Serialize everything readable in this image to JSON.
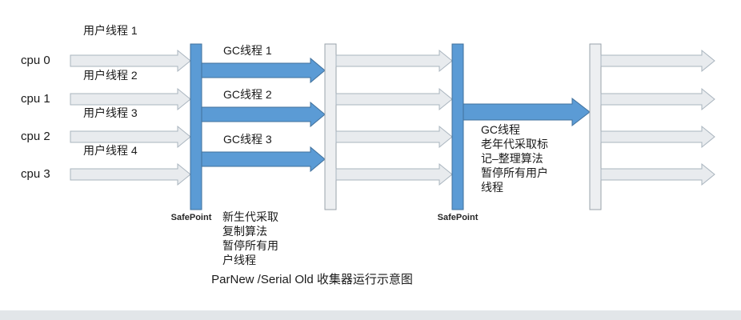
{
  "colors": {
    "blue_fill": "#5b9bd5",
    "blue_border": "#41719c",
    "gray_fill": "#e8ebee",
    "gray_border": "#a9b4be",
    "bar_fill": "#edeff1",
    "bar_border": "#9aa3ab",
    "band": "#e2e6e9"
  },
  "diagram": {
    "cpu_labels": [
      "cpu 0",
      "cpu 1",
      "cpu 2",
      "cpu 3"
    ],
    "user_thread_labels": [
      "用户线程 1",
      "用户线程 2",
      "用户线程 3",
      "用户线程 4"
    ],
    "gc_thread_labels": [
      "GC线程 1",
      "GC线程 2",
      "GC线程 3"
    ],
    "safepoint_label_1": "SafePoint",
    "safepoint_label_2": "SafePoint",
    "minor_gc_note_lines": [
      "新生代采取",
      "复制算法",
      "暂停所有用",
      "户线程"
    ],
    "major_gc_note_lines": [
      "GC线程",
      "老年代采取标",
      "记–整理算法",
      "暂停所有用户",
      "线程"
    ],
    "caption": "ParNew /Serial Old 收集器运行示意图"
  }
}
